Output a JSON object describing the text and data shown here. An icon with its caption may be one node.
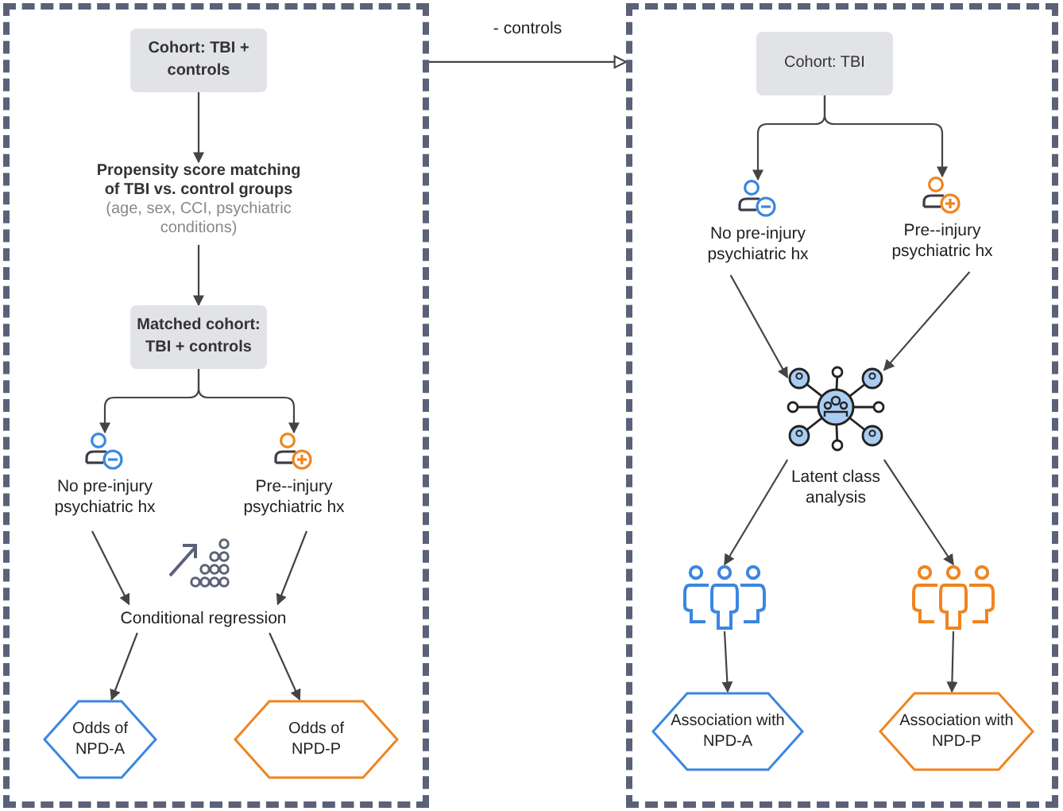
{
  "diagram": {
    "nodes": [
      {
        "text": [],
        "shape": "box"
      },
      {
        "text": [],
        "shape": "box"
      },
      {
        "text": [
          "Cohort: TBI + controls"
        ],
        "in": 0
      },
      {
        "text": [
          "Propensity score matching of TBI vs. control groups",
          "(age, sex, CCI, psychiatric conditions)"
        ],
        "in": 0
      },
      {
        "text": [
          "Matched cohort: TBI + controls"
        ],
        "in": 0
      },
      {
        "text": [
          "No pre-injury psychiatric hx"
        ],
        "in": 0
      },
      {
        "text": [
          "Pre--injury psychiatric hx"
        ],
        "in": 0
      },
      {
        "text": [
          "Conditional regression"
        ],
        "in": 0
      },
      {
        "text": [
          "Odds of NPD-A"
        ],
        "in": 0
      },
      {
        "text": [
          "Odds of NPD-P"
        ],
        "in": 0
      },
      {
        "text": [
          "Cohort: TBI"
        ],
        "in": 1
      },
      {
        "text": [
          "No pre-injury psychiatric hx"
        ],
        "in": 1
      },
      {
        "text": [
          "Pre--injury psychiatric hx"
        ],
        "in": 1
      },
      {
        "text": [
          "Latent class analysis"
        ],
        "in": 1
      },
      {
        "text": [],
        "shape": "person",
        "in": 1
      },
      {
        "text": [],
        "shape": "person",
        "in": 1
      },
      {
        "text": [
          "Association with NPD-A"
        ],
        "in": 1
      },
      {
        "text": [
          "Association with NPD-P"
        ],
        "in": 1
      }
    ],
    "edges": [
      {
        "from": 0,
        "to": 1,
        "arrow": "to",
        "label": "- controls"
      },
      {
        "from": 2,
        "to": 3,
        "arrow": "to"
      },
      {
        "from": 3,
        "to": 4,
        "arrow": "to"
      },
      {
        "from": 4,
        "to": 5,
        "arrow": "to"
      },
      {
        "from": 4,
        "to": 6,
        "arrow": "to"
      },
      {
        "from": 5,
        "to": 7,
        "arrow": "to"
      },
      {
        "from": 6,
        "to": 7,
        "arrow": "to"
      },
      {
        "from": 7,
        "to": 8,
        "arrow": "to"
      },
      {
        "from": 7,
        "to": 9,
        "arrow": "to"
      },
      {
        "from": 10,
        "to": 11,
        "arrow": "to"
      },
      {
        "from": 10,
        "to": 12,
        "arrow": "to"
      },
      {
        "from": 11,
        "to": 13,
        "arrow": "to"
      },
      {
        "from": 12,
        "to": 13,
        "arrow": "to"
      },
      {
        "from": 13,
        "to": 14,
        "arrow": "to"
      },
      {
        "from": 13,
        "to": 15,
        "arrow": "to"
      },
      {
        "from": 14,
        "to": 16,
        "arrow": "to"
      },
      {
        "from": 15,
        "to": 17,
        "arrow": "to"
      }
    ]
  }
}
